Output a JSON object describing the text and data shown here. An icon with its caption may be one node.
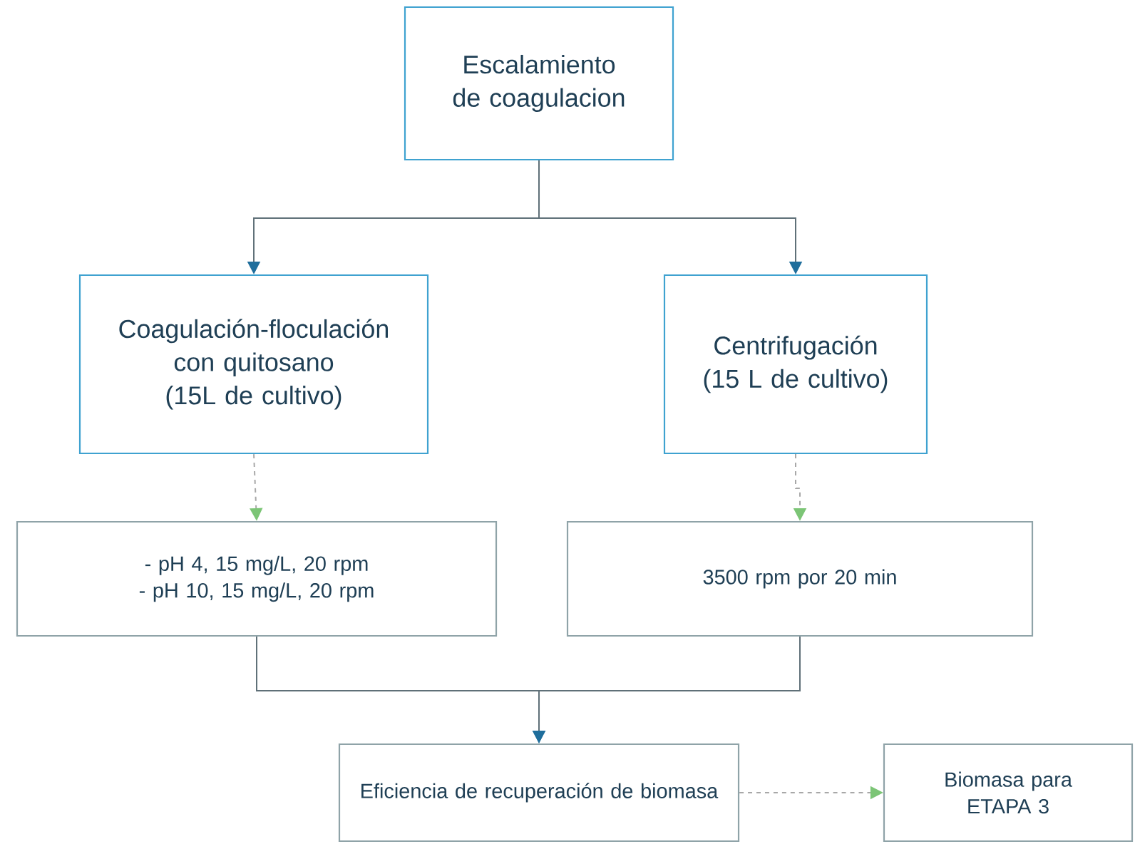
{
  "diagram": {
    "nodes": [
      {
        "text": [
          "Escalamiento de coagulacion"
        ]
      },
      {
        "text": [
          "Coagulación-floculación con quitosano (15L de cultivo)"
        ]
      },
      {
        "text": [
          "Centrifugación (15 L de cultivo)"
        ]
      },
      {
        "text": [
          "- pH 4, 15 mg/L, 20 rpm - pH 10, 15 mg/L, 20 rpm"
        ]
      },
      {
        "text": [
          "3500 rpm por 20 min"
        ]
      },
      {
        "text": [
          "Eficiencia de recuperación de biomasa"
        ]
      },
      {
        "text": [
          "Biomasa para ETAPA 3"
        ]
      }
    ],
    "edges": [
      {
        "from": 0,
        "to": 1,
        "arrow": "to"
      },
      {
        "from": 0,
        "to": 2,
        "arrow": "to"
      },
      {
        "from": 1,
        "to": 3,
        "arrow": "to",
        "style": "dashed"
      },
      {
        "from": 2,
        "to": 4,
        "arrow": "to",
        "style": "dashed"
      },
      {
        "from": 3,
        "to": 5,
        "arrow": "to"
      },
      {
        "from": 4,
        "to": 5,
        "arrow": "to"
      },
      {
        "from": 5,
        "to": 6,
        "arrow": "to",
        "style": "dashed"
      }
    ]
  }
}
